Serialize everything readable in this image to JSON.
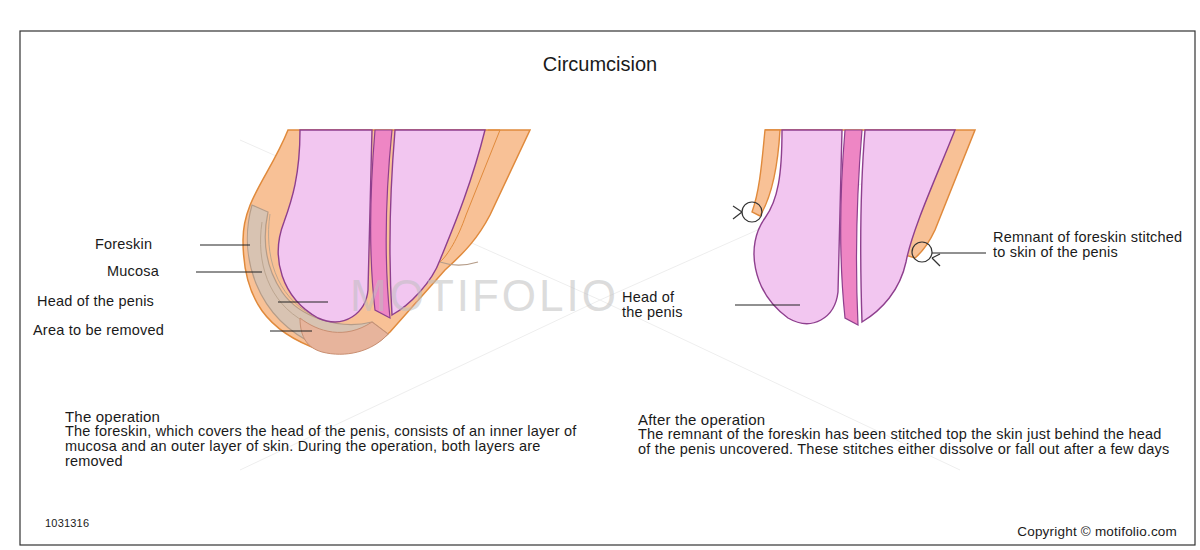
{
  "diagram": {
    "title": "Circumcision",
    "labels": [
      "Foreskin",
      "Mucosa",
      "Head of the penis",
      "Area to be removed",
      "Head of the penis",
      "Remnant of foreskin stitched to skin of the penis",
      "The operation",
      "The foreskin, which covers the head of the penis, consists of an inner layer of mucosa and an outer layer of skin. During the operation, both layers are removed",
      "After the operation",
      "The remnant of the foreskin has been stitched top the skin just behind the head of the penis uncovered. These stitches either dissolve or fall out after a few days",
      "1031316",
      "Copyright © motifolio.com",
      "MOTIFOLIO"
    ]
  }
}
